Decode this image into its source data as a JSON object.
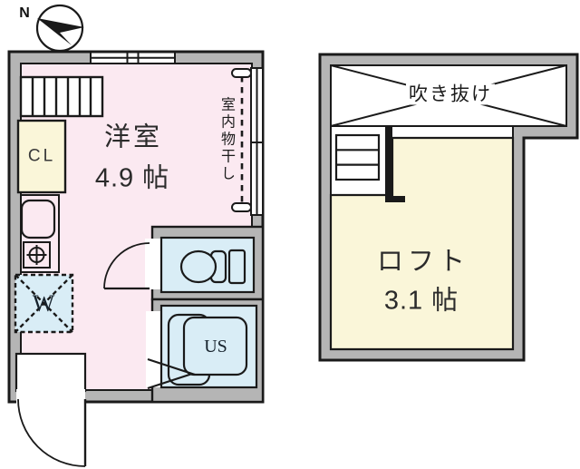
{
  "compass": {
    "north_label": "N"
  },
  "unit_floor": {
    "room_label": "洋室",
    "room_size": "4.9 帖",
    "closet_label": "CL",
    "washer_label": "W",
    "shower_label": "US",
    "indoor_drying_label": "室内物干し"
  },
  "loft_floor": {
    "void_label": "吹き抜け",
    "room_label": "ロフト",
    "room_size": "3.1 帖"
  },
  "colors": {
    "room_pink": "#fbe9f1",
    "room_cream": "#faf6d9",
    "wet_blue": "#d9edf6",
    "wall_gray": "#b5b5b5",
    "line": "#1a1a1a"
  }
}
